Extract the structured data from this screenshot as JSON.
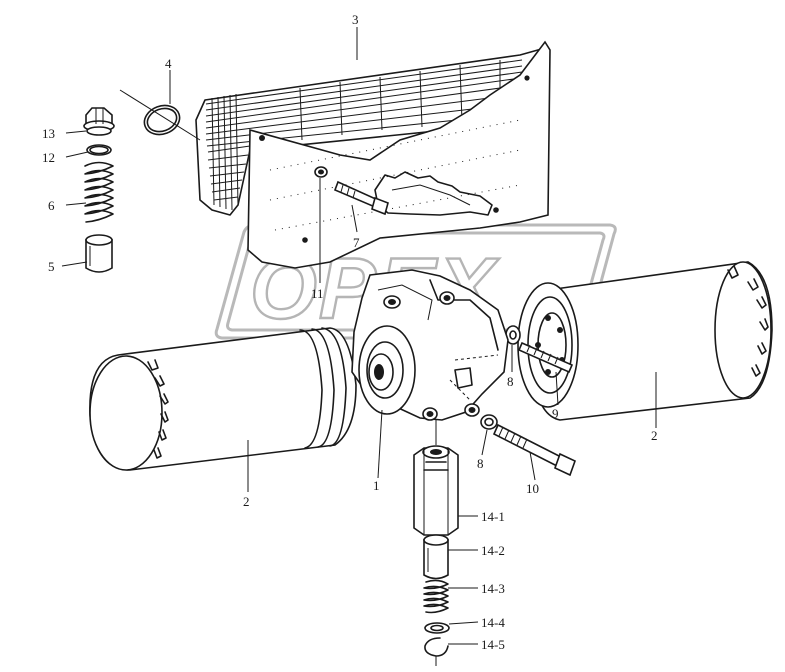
{
  "diagram": {
    "labels": {
      "l1": "1",
      "l2_left": "2",
      "l2_right": "2",
      "l3": "3",
      "l4": "4",
      "l5": "5",
      "l6": "6",
      "l7": "7",
      "l8_upper": "8",
      "l8_lower": "8",
      "l9": "9",
      "l10": "10",
      "l11": "11",
      "l12": "12",
      "l13": "13",
      "l14_1": "14-1",
      "l14_2": "14-2",
      "l14_3": "14-3",
      "l14_4": "14-4",
      "l14_5": "14-5"
    },
    "watermark": "OPEX"
  }
}
